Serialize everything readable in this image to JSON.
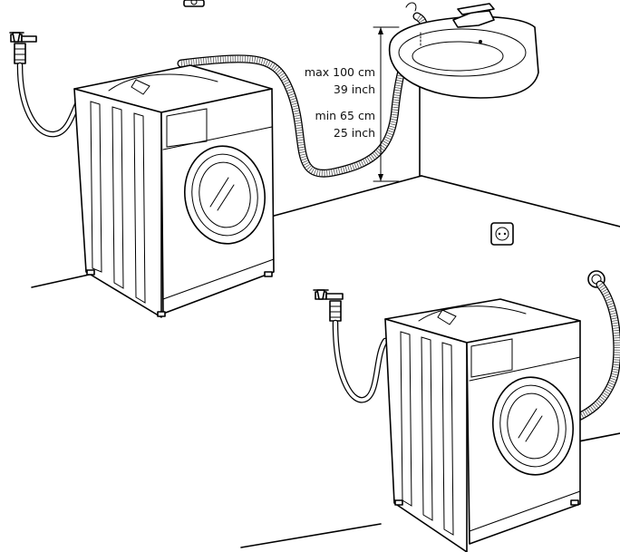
{
  "annotations": {
    "max_height_cm": "max 100 cm",
    "max_height_inch": "39 inch",
    "min_height_cm": "min 65 cm",
    "min_height_inch": "25 inch"
  },
  "scenes": [
    "drain hose hooked over a wash basin edge",
    "drain hose connected to a wall drain outlet"
  ]
}
